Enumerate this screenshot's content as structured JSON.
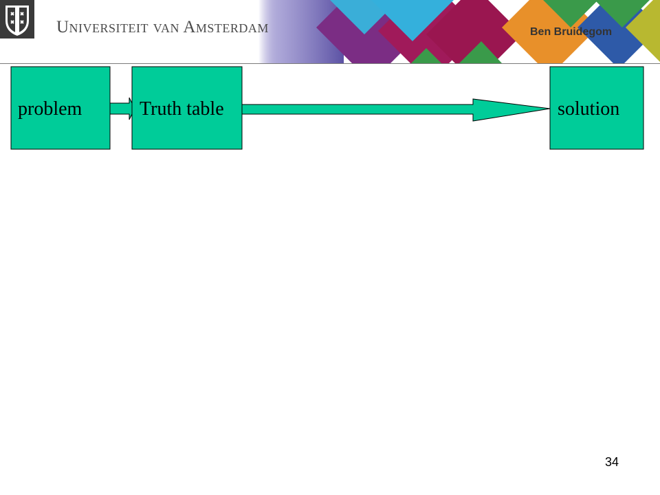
{
  "header": {
    "university": "Universiteit van Amsterdam",
    "author": "Ben Bruidegom",
    "colors": {
      "rule": "#7a7a7a",
      "text": "#4a4a4a"
    }
  },
  "diagram": {
    "nodes": [
      {
        "id": "problem",
        "label": "problem"
      },
      {
        "id": "truth-table",
        "label": "Truth table"
      },
      {
        "id": "solution",
        "label": "solution"
      }
    ],
    "edges": [
      {
        "from": "problem",
        "to": "truth-table"
      },
      {
        "from": "truth-table",
        "to": "solution"
      }
    ],
    "colors": {
      "box_fill": "#00cc99",
      "box_stroke": "#000000"
    }
  },
  "footer": {
    "page_number": "34"
  }
}
